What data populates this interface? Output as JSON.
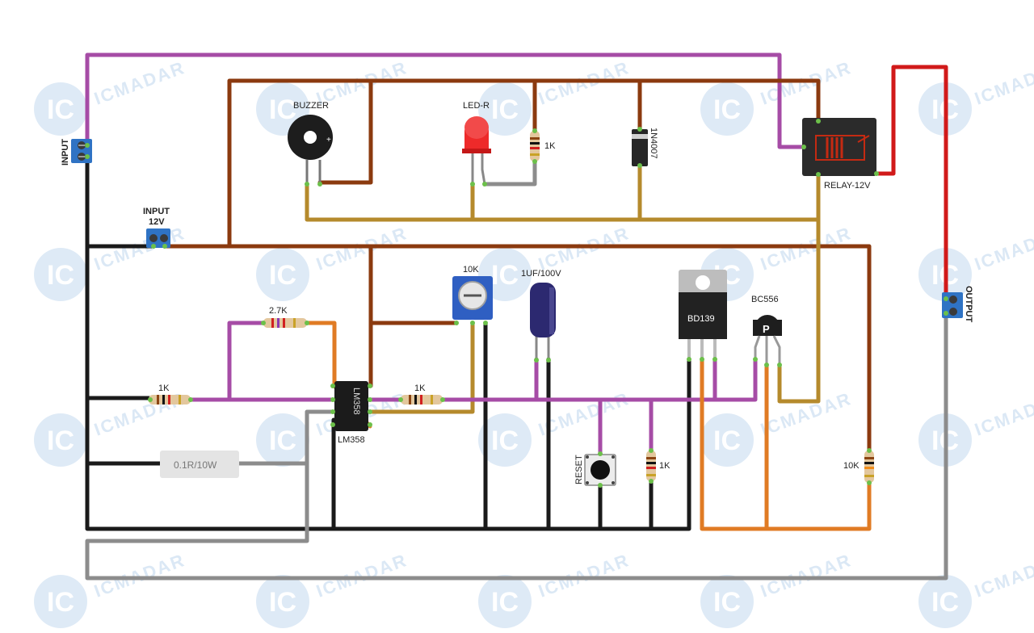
{
  "watermark": {
    "badge": "IC",
    "brand": "ICMADAR"
  },
  "labels": {
    "input_left": "INPUT",
    "input_12v_line1": "INPUT",
    "input_12v_line2": "12V",
    "buzzer": "BUZZER",
    "led": "LED-R",
    "r_led": "1K",
    "diode": "1N4007",
    "relay": "RELAY-12V",
    "output": "OUTPUT",
    "trimpot": "10K",
    "capacitor": "1UF/100V",
    "transistor_power": "BD139",
    "transistor_pnp": "BC556",
    "r_feedback": "2.7K",
    "r_input": "1K",
    "r_output": "1K",
    "opamp_chip": "LM358",
    "opamp": "LM358",
    "shunt": "0.1R/10W",
    "reset": "RESET",
    "r_reset": "1K",
    "r_base": "10K",
    "buzzer_plus": "+",
    "pnp_mark": "P"
  },
  "colors": {
    "purple": "#a64ca6",
    "brown": "#8b3a0f",
    "olive": "#b58a2c",
    "black": "#1a1a1a",
    "gray": "#8c8c8c",
    "red": "#d11a1a",
    "orange": "#e07b24",
    "terminal": "#2f73c4",
    "watermark": "#dbe8f5"
  }
}
